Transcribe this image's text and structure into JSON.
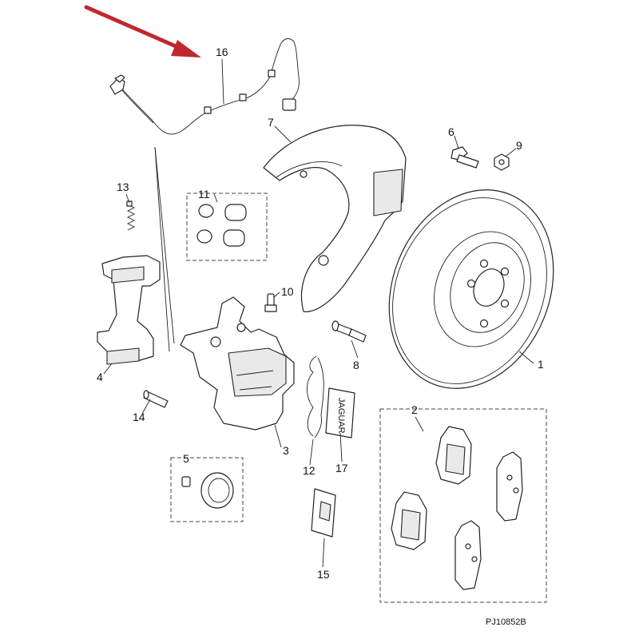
{
  "callouts": [
    {
      "id": "c1",
      "label": "1"
    },
    {
      "id": "c2",
      "label": "2"
    },
    {
      "id": "c3",
      "label": "3"
    },
    {
      "id": "c4",
      "label": "4"
    },
    {
      "id": "c5",
      "label": "5"
    },
    {
      "id": "c6",
      "label": "6"
    },
    {
      "id": "c7",
      "label": "7"
    },
    {
      "id": "c8",
      "label": "8"
    },
    {
      "id": "c9",
      "label": "9"
    },
    {
      "id": "c10",
      "label": "10"
    },
    {
      "id": "c11",
      "label": "11"
    },
    {
      "id": "c12",
      "label": "12"
    },
    {
      "id": "c13",
      "label": "13"
    },
    {
      "id": "c14",
      "label": "14"
    },
    {
      "id": "c15",
      "label": "15"
    },
    {
      "id": "c16",
      "label": "16"
    },
    {
      "id": "c17",
      "label": "17"
    }
  ],
  "reference": "PJ10852B",
  "pad_stamp": "JAGUAR",
  "colors": {
    "arrow": "#c0282d",
    "line": "#222222",
    "fill": "#ffffff",
    "shade": "#e9e9e9"
  }
}
